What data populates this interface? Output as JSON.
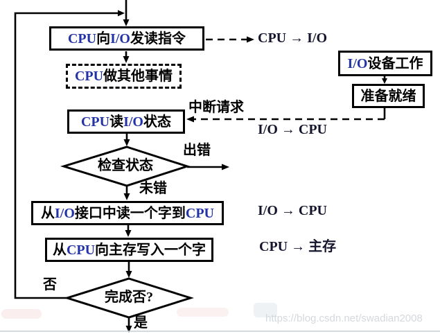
{
  "diagram_title": "CPU I/O interrupt-driven read flowchart",
  "colors": {
    "line": "#000000",
    "latin_text": "#2433a6",
    "cjk_text": "#000000",
    "watermark": "#d4d9dd"
  },
  "nodes": {
    "send_read": {
      "p1": "CPU",
      "p2": " 向 ",
      "p3": "I/O",
      "p4": " 发读指令"
    },
    "cpu_other": {
      "p1": "CPU",
      "p2": " 做其他事情"
    },
    "io_work": {
      "p1": "I/O",
      "p2": " 设备工作"
    },
    "ready": {
      "t": "准备就绪"
    },
    "read_status": {
      "p1": "CPU",
      "p2": " 读 ",
      "p3": "I/O",
      "p4": " 状态"
    },
    "check": {
      "t": "检查状态"
    },
    "read_word": {
      "p1": "从 ",
      "p2": "I/O",
      "p3": " 接口中读一个字到",
      "p4": "CPU"
    },
    "write_word": {
      "p1": "从 ",
      "p2": "CPU",
      "p3": " 向主存写入一个字"
    },
    "done": {
      "t": "完成否?"
    }
  },
  "labels": {
    "cpu_to_io": "CPU → I/O",
    "interrupt_request": "中断请求",
    "io_to_cpu_top": "I/O → CPU",
    "error": "出错",
    "no_error": "未错",
    "io_to_cpu_bottom": "I/O → CPU",
    "cpu_to_mem": "CPU → 主存",
    "no": "否",
    "yes": "是"
  },
  "watermark": "https://blog.csdn.net/swadian2008"
}
